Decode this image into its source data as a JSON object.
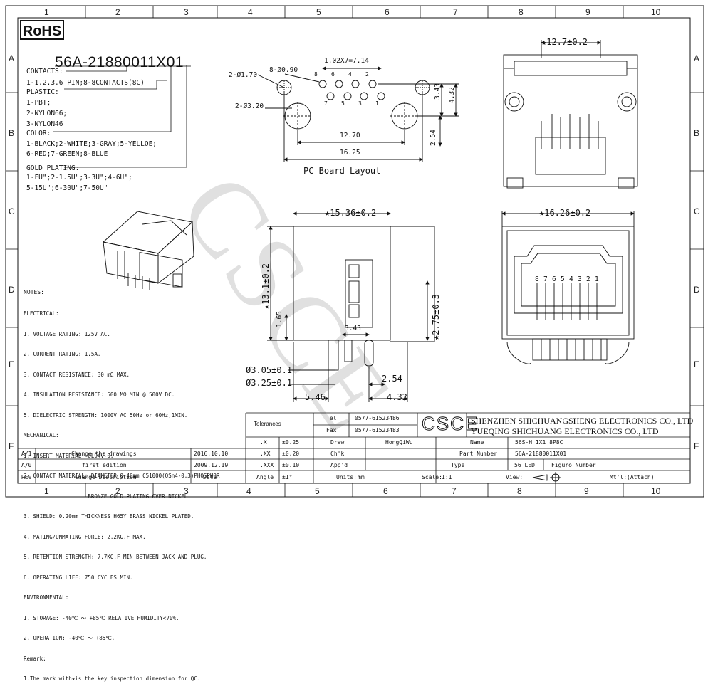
{
  "grid": {
    "columns": [
      "1",
      "2",
      "3",
      "4",
      "5",
      "6",
      "7",
      "8",
      "9",
      "10"
    ],
    "rows": [
      "A",
      "B",
      "C",
      "D",
      "E",
      "F"
    ]
  },
  "rohs": "RoHS",
  "part_number": "56A-21880011X01",
  "code_key": {
    "contacts_title": "CONTACTS:",
    "contacts_value": "1-1.2.3.6 PIN;8-8CONTACTS(8C)",
    "plastic_title": "PLASTIC:",
    "plastic_values": [
      "1-PBT;",
      "2-NYLON66;",
      "3-NYLON46"
    ],
    "color_title": "COLOR:",
    "color_values": [
      "1-BLACK;2-WHITE;3-GRAY;5-YELLOE;",
      "6-RED;7-GREEN;8-BLUE"
    ],
    "gold_title": "GOLD PLATING:",
    "gold_values": [
      "1-FU\";2-1.5U\";3-3U\";4-6U\";",
      "5-15U\";6-30U\";7-50U\""
    ]
  },
  "notes": {
    "title": "NOTES:",
    "lines": [
      "ELECTRICAL:",
      "1. VOLTAGE RATING: 125V AC.",
      "2. CURRENT RATING: 1.5A.",
      "3. CONTACT RESISTANCE: 30 mΩ MAX.",
      "4. INSULATION RESISTANCE: 500 MΩ MIN @ 500V DC.",
      "5. DIELECTRIC STRENGTH: 1000V AC 50Hz or 60Hz,1MIN.",
      "MECHANICAL:",
      "1. INSERT MATERIAL: UL94V-0.",
      "2. CONTACT MATERIAL: DIAMETER 0.46mm C51000(QSn4-0.3)PHOSPHOR",
      "                    BRONZE GOLD PLATING OVER NICKEL.",
      "3. SHIELD: 0.20mm THICKNESS H65Y BRASS NICKEL PLATED.",
      "4. MATING/UNMATING FORCE: 2.2KG.F MAX.",
      "5. RETENTION STRENGTH: 7.7KG.F MIN BETWEEN JACK AND PLUG.",
      "6. OPERATING LIFE: 750 CYCLES MIN.",
      "ENVIRONMENTAL:",
      "1. STORAGE: -40℃ ～ +85℃ RELATIVE HUMIDITY<70%.",
      "2. OPERATION: -40℃ ～ +85℃.",
      "Remark:",
      "1.The mark with★is the key inspection dimension for QC."
    ]
  },
  "pcb": {
    "caption": "PC Board Layout",
    "dims": {
      "hole_170": "2-Ø1.70",
      "hole_090": "8-Ø0.90",
      "pitch": "1.02X7=7.14",
      "hole_320": "2-Ø3.20",
      "w1270": "12.70",
      "w1625": "16.25",
      "h343": "3.43",
      "h432": "4.32",
      "h254": "2.54"
    },
    "pin_top": [
      "8",
      "6",
      "4",
      "2"
    ],
    "pin_bottom": [
      "7",
      "5",
      "3",
      "1"
    ]
  },
  "top_view": {
    "dim": "★12.7±0.2"
  },
  "side_view": {
    "dims": {
      "width": "★15.36±0.2",
      "height": "★13.1±0.2",
      "h165": "1.65",
      "h343": "3.43",
      "h275": "★2.75±0.3",
      "d305": "Ø3.05±0.1",
      "d325": "Ø3.25±0.1",
      "w254": "2.54",
      "w546": "5.46",
      "w432": "4.32"
    }
  },
  "front_view": {
    "dim": "★16.26±0.2",
    "pins": [
      "8",
      "7",
      "6",
      "5",
      "4",
      "3",
      "2",
      "1"
    ]
  },
  "watermark": "CSCE",
  "title_block": {
    "tolerances": "Tolerances",
    "tol_rows": [
      {
        "k": ".X",
        "v": "±0.25"
      },
      {
        "k": ".XX",
        "v": "±0.20"
      },
      {
        "k": ".XXX",
        "v": "±0.10"
      },
      {
        "k": "Angle",
        "v": "±1°"
      }
    ],
    "tel_label": "Tel",
    "tel": "0577-61523486",
    "fax_label": "Fax",
    "fax": "0577-61523483",
    "logo": "CSCE",
    "company_cn_1": "SHENZHEN SHICHUANGSHENG ELECTRONICS CO., LTD",
    "company_cn_2": "YUEQING SHICHUANG ELECTRONICS CO., LTD",
    "draw_label": "Draw",
    "draw_value": "HongQiWu",
    "chk_label": "Ch'k",
    "appd_label": "App'd",
    "units_label": "Units:",
    "units": "mm",
    "name_label": "Name",
    "name_value": "56S-H 1X1 8P8C",
    "partnum_label": "Part Number",
    "partnum_value": "56A-21880011X01",
    "type_label": "Type",
    "type_value": "56 LED",
    "figure_label": "Figuro Number",
    "scale_label": "Scale:",
    "scale": "1:1",
    "view_label": "View:",
    "mtl_label": "Mt'l:",
    "mtl": "(Attach)",
    "revs": [
      {
        "rev": "A/1",
        "desc": "Change the drawings",
        "date": "2016.10.10"
      },
      {
        "rev": "A/0",
        "desc": "first edition",
        "date": "2009.12.19"
      },
      {
        "rev": "REV",
        "desc": "Change Description",
        "date": "Date"
      }
    ]
  }
}
